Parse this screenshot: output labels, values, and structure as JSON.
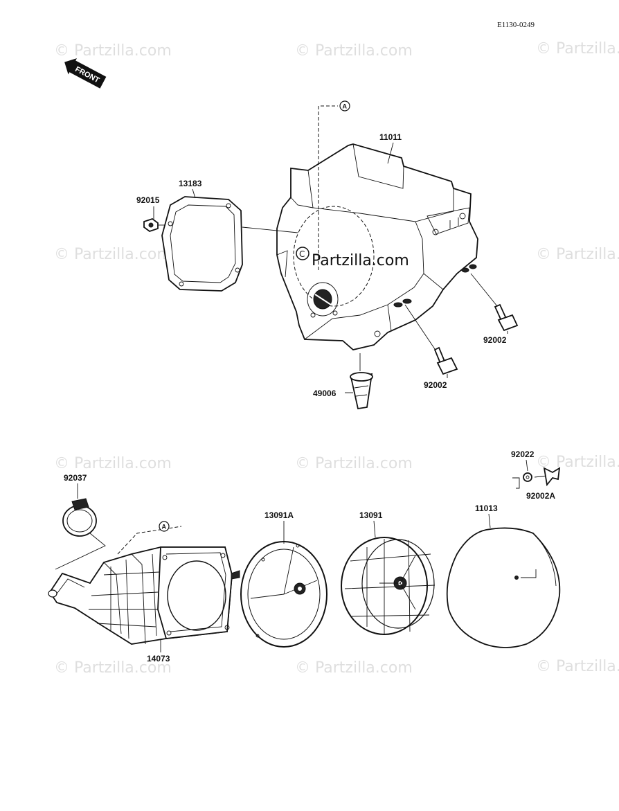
{
  "diagram_code": "E1130-0249",
  "front_marker": "FRONT",
  "reference_marks": [
    "A",
    "A"
  ],
  "watermark": "© Partzilla.com",
  "parts": {
    "p11011": "11011",
    "p13183": "13183",
    "p92015": "92015",
    "p92002_right": "92002",
    "p92002_lower": "92002",
    "p49006": "49006",
    "p92022": "92022",
    "p92002A": "92002A",
    "p92037": "92037",
    "p13091A": "13091A",
    "p13091": "13091",
    "p11013": "11013",
    "p14073": "14073"
  }
}
